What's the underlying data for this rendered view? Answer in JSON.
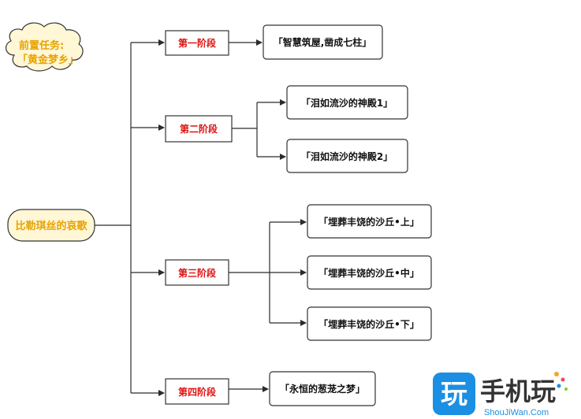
{
  "prerequisite": {
    "line1": "前置任务:",
    "line2": "「黄金梦乡」"
  },
  "root": {
    "label": "比勒琪丝的哀歌"
  },
  "stages": [
    {
      "label": "第一阶段",
      "quests": [
        "「智慧筑屋,凿成七柱」"
      ]
    },
    {
      "label": "第二阶段",
      "quests": [
        "「泪如流沙的神殿1」",
        "「泪如流沙的神殿2」"
      ]
    },
    {
      "label": "第三阶段",
      "quests": [
        "「埋葬丰饶的沙丘•上」",
        "「埋葬丰饶的沙丘•中」",
        "「埋葬丰饶的沙丘•下」"
      ]
    },
    {
      "label": "第四阶段",
      "quests": [
        "「永恒的葱茏之梦」"
      ]
    }
  ],
  "watermark": {
    "icon_char": "玩",
    "brand": "手机玩",
    "url": "ShouJiWan.Com"
  },
  "colors": {
    "line": "#2b2b2b",
    "stage_text": "#e01010",
    "root_text": "#e8a200",
    "prereq_fill": "#fff7d6",
    "logo_blue": "#1a8fe3"
  }
}
